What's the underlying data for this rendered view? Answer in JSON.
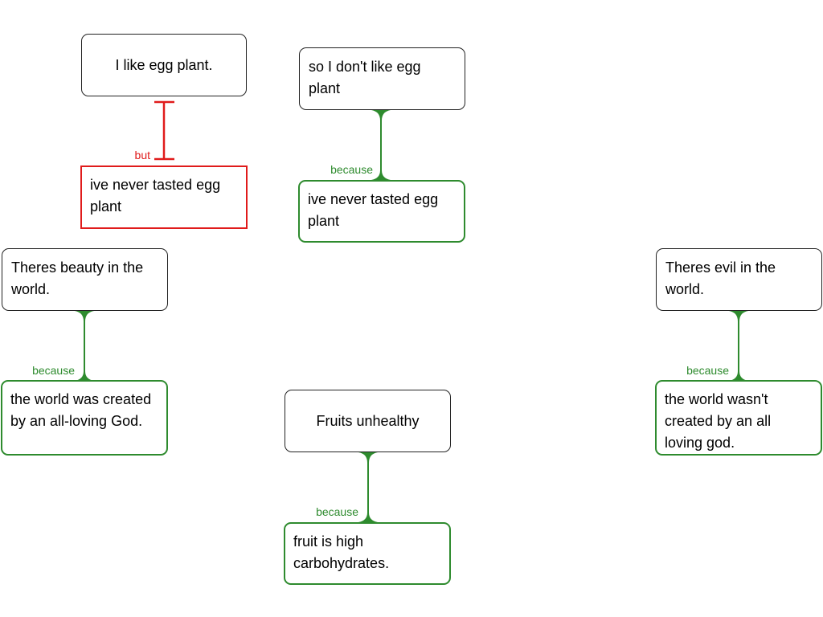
{
  "colors": {
    "support": "#2e8b2e",
    "oppose": "#e01b1b",
    "neutral_border": "#222222"
  },
  "claims": {
    "egg_plant_like": "I like egg plant.",
    "egg_plant_dislike": "so I don't like egg plant",
    "beauty": "Theres beauty in the world.",
    "evil": "Theres evil in the world.",
    "fruits": "Fruits unhealthy"
  },
  "reasons": {
    "never_tasted_but": "ive never tasted egg plant",
    "never_tasted_because": "ive never tasted egg plant",
    "loving_god": "the world was created by an all-loving God.",
    "no_loving_god": "the world wasn't created by an all loving god.",
    "carbs": "fruit is high carbohydrates."
  },
  "connectors": {
    "but": "but",
    "because": "because"
  }
}
